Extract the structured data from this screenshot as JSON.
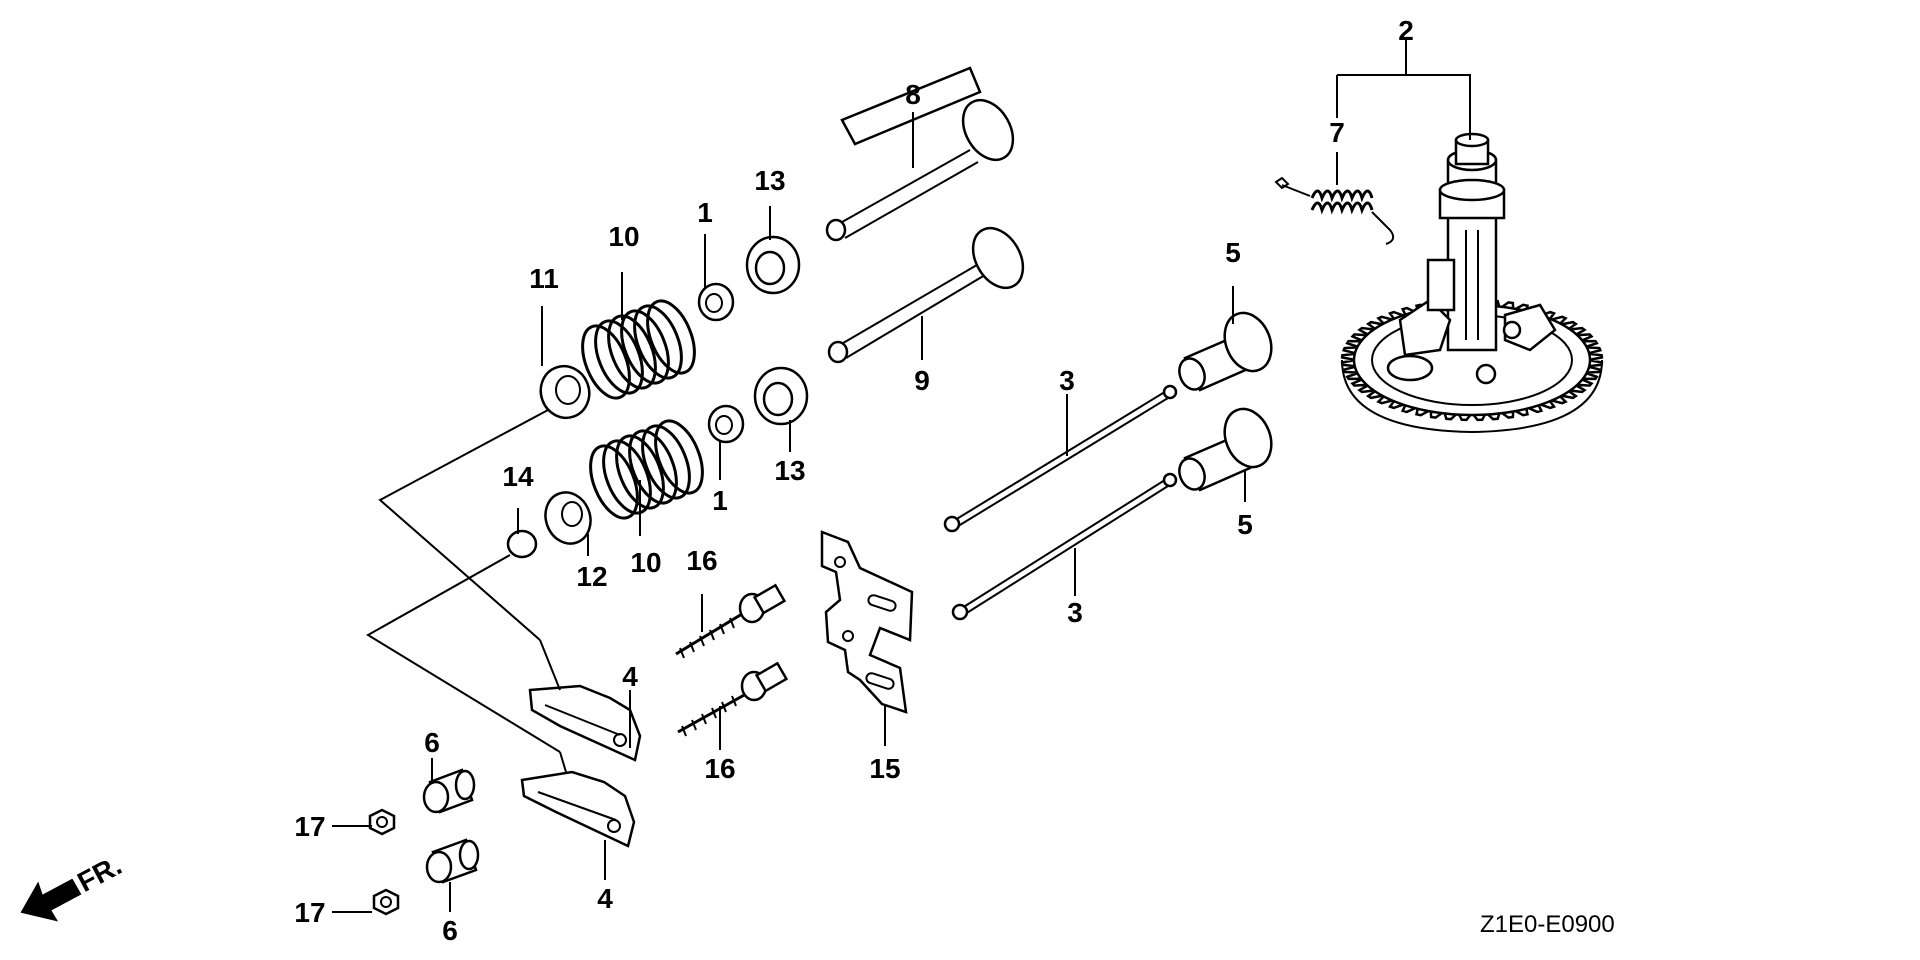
{
  "diagram": {
    "code": "Z1E0-E0900",
    "front_indicator": "FR.",
    "callouts": {
      "c1a": "1",
      "c1b": "1",
      "c2": "2",
      "c3a": "3",
      "c3b": "3",
      "c4a": "4",
      "c4b": "4",
      "c5a": "5",
      "c5b": "5",
      "c6a": "6",
      "c6b": "6",
      "c7": "7",
      "c8": "8",
      "c9": "9",
      "c10a": "10",
      "c10b": "10",
      "c11": "11",
      "c12": "12",
      "c13a": "13",
      "c13b": "13",
      "c14": "14",
      "c15": "15",
      "c16a": "16",
      "c16b": "16",
      "c17a": "17",
      "c17b": "17"
    }
  }
}
